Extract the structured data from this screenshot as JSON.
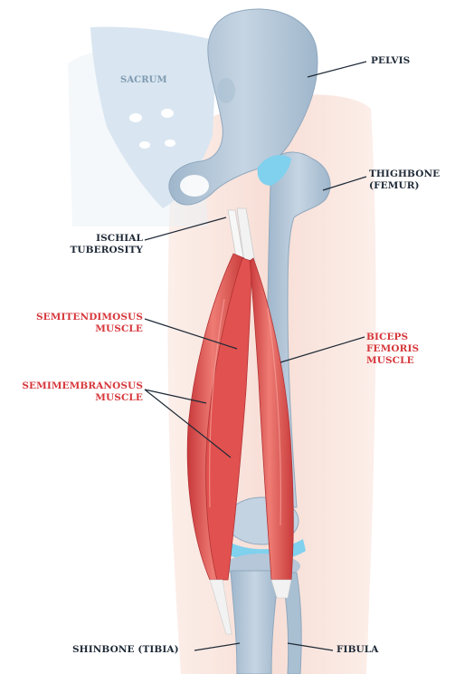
{
  "labels": {
    "sacrum": "SACRUM",
    "pelvis": "PELVIS",
    "thighbone_line1": "THIGHBONE",
    "thighbone_line2": "(FEMUR)",
    "ischial_line1": "ISCHIAL",
    "ischial_line2": "TUBEROSITY",
    "semitendinosus_line1": "SEMITENDIMOSUS",
    "semitendinosus_line2": "MUSCLE",
    "semimembranosus_line1": "SEMIMEMBRANOSUS",
    "semimembranosus_line2": "MUSCLE",
    "biceps_line1": "BICEPS",
    "biceps_line2": "FEMORIS",
    "biceps_line3": "MUSCLE",
    "shinbone": "SHINBONE (TIBIA)",
    "fibula": "FIBULA"
  },
  "colors": {
    "bone": "#b5c7d8",
    "bone_shadow": "#8fa8be",
    "cartilage": "#7fd1ee",
    "muscle": "#dd4b4a",
    "muscle_light": "#ee8a84",
    "skin": "#f6dfd6",
    "label_dark": "#1f2a37",
    "label_red": "#d6373b"
  }
}
